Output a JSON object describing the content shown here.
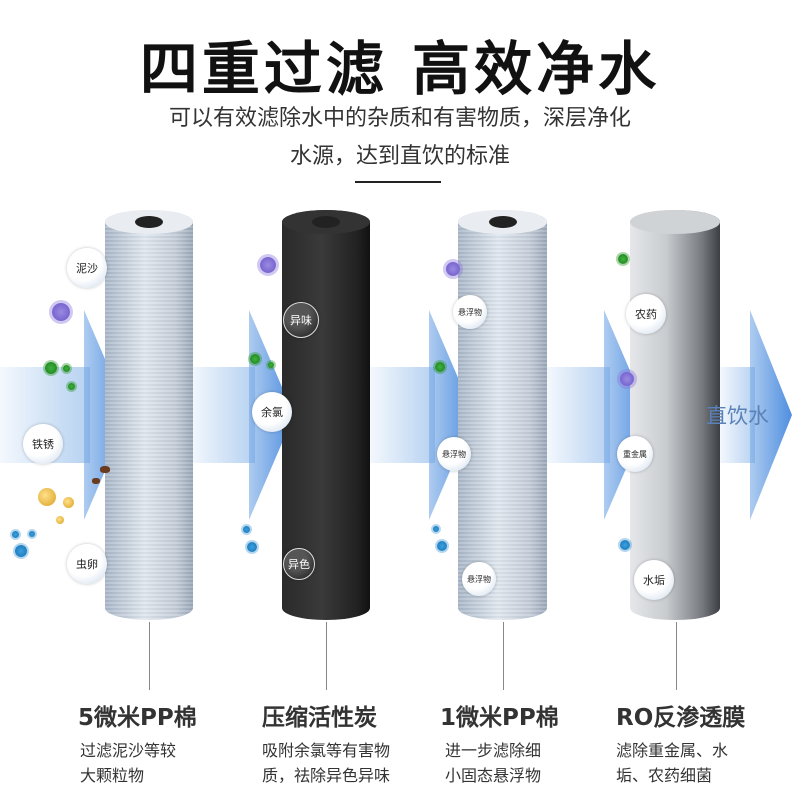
{
  "header": {
    "title": "四重过滤 高效净水",
    "subtitle_line1": "可以有效滤除水中的杂质和有害物质，深层净化",
    "subtitle_line2": "水源，达到直饮的标准"
  },
  "outlet_label": "直饮水",
  "filters": [
    {
      "name": "5微米PP棉",
      "desc1": "过滤泥沙等较",
      "desc2": "大颗粒物",
      "bubbles": [
        "泥沙",
        "铁锈",
        "虫卵"
      ]
    },
    {
      "name": "压缩活性炭",
      "desc1": "吸附余氯等有害物",
      "desc2": "质，祛除异色异味",
      "bubbles": [
        "异味",
        "余氯",
        "异色"
      ]
    },
    {
      "name": "1微米PP棉",
      "desc1": "进一步滤除细",
      "desc2": "小固态悬浮物",
      "bubbles": [
        "悬浮物",
        "悬浮物",
        "悬浮物"
      ]
    },
    {
      "name": "RO反渗透膜",
      "desc1": "滤除重金属、水",
      "desc2": "垢、农药细菌",
      "bubbles": [
        "农药",
        "重金属",
        "水垢"
      ]
    }
  ]
}
